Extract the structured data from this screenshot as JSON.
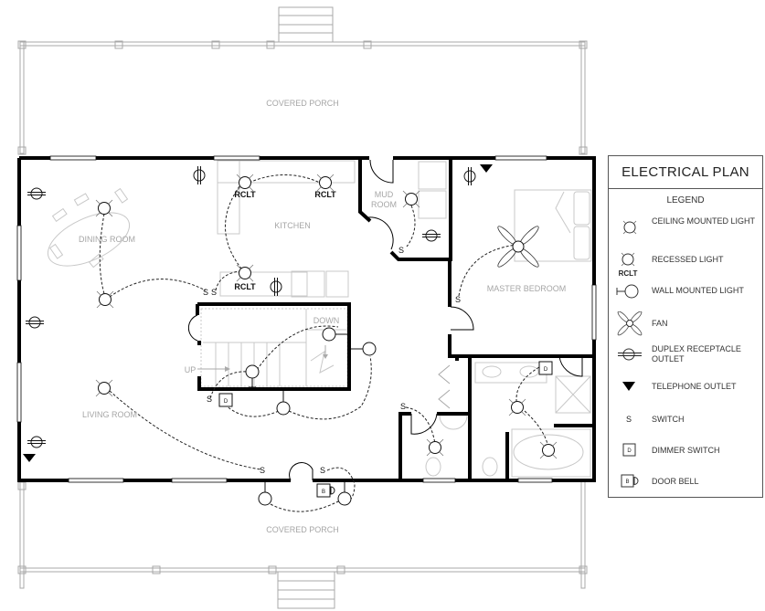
{
  "title": "ELECTRICAL PLAN",
  "legend": {
    "heading": "LEGEND",
    "items": [
      {
        "icon": "ceiling-mounted-light-icon",
        "label": "CEILING MOUNTED LIGHT"
      },
      {
        "icon": "recessed-light-icon",
        "label": "RECESSED LIGHT",
        "tag": "RCLT"
      },
      {
        "icon": "wall-mounted-light-icon",
        "label": "WALL MOUNTED LIGHT"
      },
      {
        "icon": "fan-icon",
        "label": "FAN"
      },
      {
        "icon": "duplex-receptacle-outlet-icon",
        "label": "DUPLEX RECEPTACLE OUTLET"
      },
      {
        "icon": "telephone-outlet-icon",
        "label": "TELEPHONE OUTLET"
      },
      {
        "icon": "switch-icon",
        "label": "SWITCH",
        "glyph": "S"
      },
      {
        "icon": "dimmer-switch-icon",
        "label": "DIMMER SWITCH",
        "glyph": "D"
      },
      {
        "icon": "door-bell-icon",
        "label": "DOOR BELL",
        "glyph": "B"
      }
    ]
  },
  "rooms": {
    "porch_top": "COVERED PORCH",
    "porch_bottom": "COVERED PORCH",
    "dining": "DINING ROOM",
    "kitchen": "KITCHEN",
    "mud_line1": "MUD",
    "mud_line2": "ROOM",
    "master": "MASTER BEDROOM",
    "living": "LIVING ROOM",
    "stair_up": "UP",
    "stair_down": "DOWN"
  },
  "symbols": {
    "rclt": "RCLT",
    "switch": "S",
    "dimmer": "D",
    "bell": "B"
  }
}
